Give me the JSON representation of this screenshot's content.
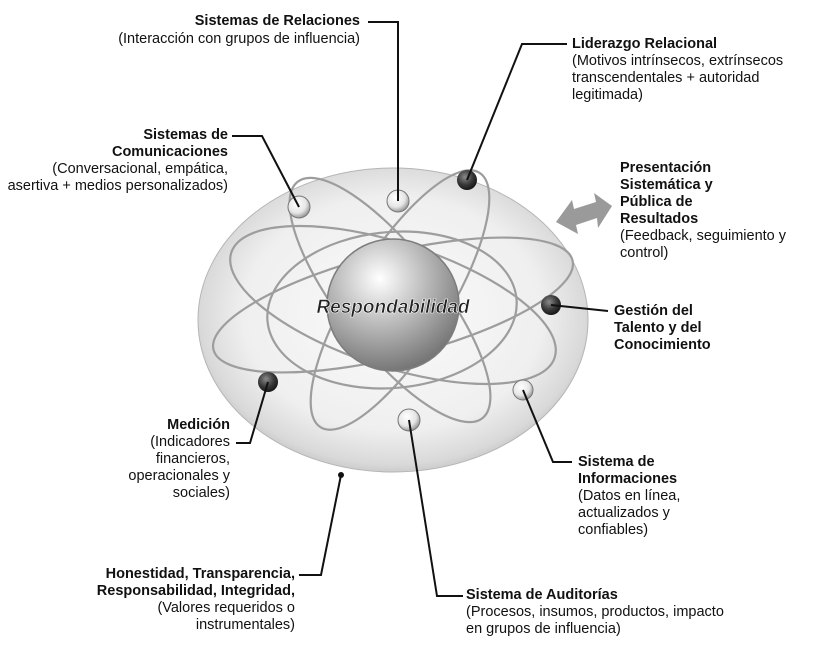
{
  "center_label": "Respondabilidad",
  "labels": {
    "relaciones": {
      "title": "Sistemas de Relaciones",
      "sub": "(Interacción con grupos de influencia)"
    },
    "liderazgo": {
      "title": "Liderazgo Relacional",
      "sub": "(Motivos intrínsecos, extrínsecos transcendentales + autoridad legitimada)"
    },
    "comunicaciones": {
      "title": "Sistemas de Comunicaciones",
      "sub": "(Conversacional, empática, asertiva + medios personalizados)"
    },
    "presentacion": {
      "title": "Presentación Sistemática y Pública de Resultados",
      "sub": "(Feedback, seguimiento y control)"
    },
    "talento": {
      "title": "Gestión del Talento y del Conocimiento",
      "sub": ""
    },
    "medicion": {
      "title": "Medición",
      "sub": "(Indicadores financieros, operacionales y sociales)"
    },
    "informaciones": {
      "title": "Sistema de Informaciones",
      "sub": "(Datos en línea, actualizados y confiables)"
    },
    "valores": {
      "title": "Honestidad, Transparencia, Responsabilidad, Integridad,",
      "sub": "(Valores requeridos o instrumentales)"
    },
    "auditorias": {
      "title": "Sistema de Auditorías",
      "sub": "(Procesos, insumos, productos, impacto en grupos de influencia)"
    }
  },
  "colors": {
    "sphere_outer": "#cfcfcf",
    "sphere_inner": "#f4f4f4",
    "core": "#9a9a9a",
    "arrow": "#999999",
    "dark_node": "#333333"
  }
}
